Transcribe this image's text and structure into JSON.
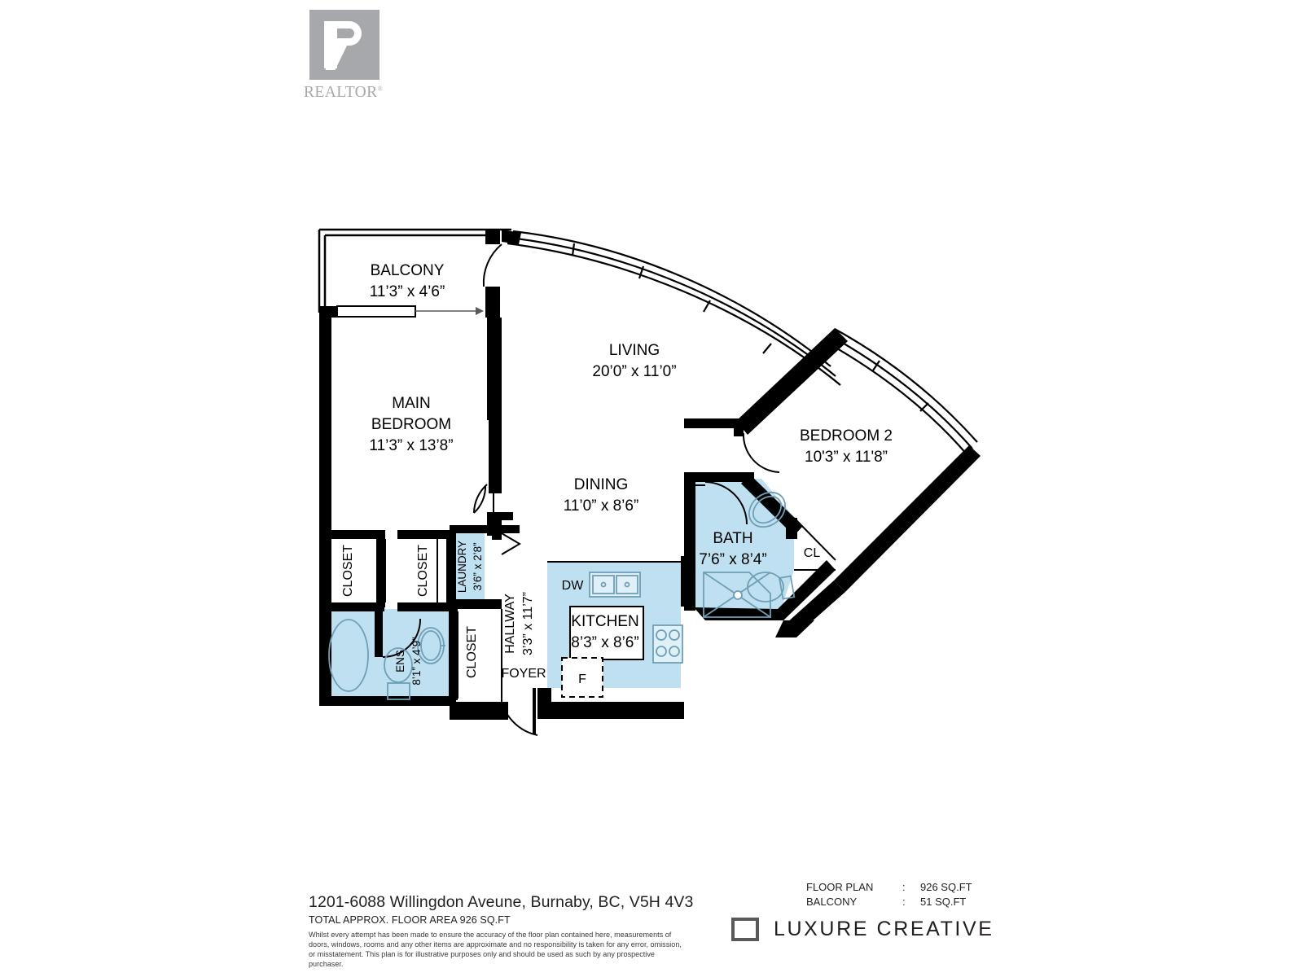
{
  "logo": {
    "realtor_wordmark": "REALTOR",
    "realtor_registered": "®",
    "realtor_icon": "realtor-r-mark"
  },
  "floorplan": {
    "title": "Residential condominium floor plan",
    "colors": {
      "wall": "#000000",
      "fixture_fill": "#bfe0f0",
      "fixture_stroke": "#6f9fb5",
      "text": "#000000",
      "background": "#ffffff"
    },
    "rooms": [
      {
        "id": "balcony",
        "name": "BALCONY",
        "dimensions": "11’3” x 4’6”"
      },
      {
        "id": "main-bedroom",
        "name": "MAIN",
        "name2": "BEDROOM",
        "dimensions": "11’3” x 13’8”"
      },
      {
        "id": "living",
        "name": "LIVING",
        "dimensions": "20’0” x 11’0”"
      },
      {
        "id": "dining",
        "name": "DINING",
        "dimensions": "11’0” x 8’6”"
      },
      {
        "id": "bedroom-2",
        "name": "BEDROOM 2",
        "dimensions": "10'3” x 11'8”"
      },
      {
        "id": "bath",
        "name": "BATH",
        "dimensions": "7’6” x 8’4”"
      },
      {
        "id": "kitchen",
        "name": "KITCHEN",
        "dimensions": "8’3” x 8’6”"
      },
      {
        "id": "hallway",
        "name": "HALLWAY",
        "dimensions": "3’3” x 11’7”"
      },
      {
        "id": "laundry",
        "name": "LAUNDRY",
        "dimensions": "3’6” x 2’8”"
      },
      {
        "id": "ensuite",
        "name": "ENS",
        "dimensions": "8’1” x 4’9”"
      },
      {
        "id": "foyer",
        "name": "FOYER",
        "dimensions": ""
      },
      {
        "id": "closet-1",
        "name": "CLOSET",
        "dimensions": ""
      },
      {
        "id": "closet-2",
        "name": "CLOSET",
        "dimensions": ""
      },
      {
        "id": "closet-3",
        "name": "CLOSET",
        "dimensions": ""
      },
      {
        "id": "closet-bed2",
        "name": "CL",
        "dimensions": ""
      }
    ],
    "appliances": [
      {
        "id": "dishwasher",
        "label": "DW"
      },
      {
        "id": "fridge",
        "label": "F"
      }
    ]
  },
  "footer": {
    "address": "1201-6088 Willingdon Aveune, Burnaby, BC, V5H 4V3",
    "total_area": "TOTAL APPROX. FLOOR AREA 926 SQ.FT",
    "disclaimer": "Whilst every attempt has been made to ensure the accuracy of the floor plan contained here, measurements of doors, windows, rooms and any other items are approximate and no responsibility is taken for any error, omission, or misstatement. This plan is for illustrative purposes only and should be used as such by any prospective purchaser.",
    "stats": [
      {
        "label": "FLOOR PLAN",
        "separator": ":",
        "value": "926 SQ.FT"
      },
      {
        "label": "BALCONY",
        "separator": ":",
        "value": "51 SQ.FT"
      }
    ],
    "brand": "LUXURE CREATIVE"
  }
}
